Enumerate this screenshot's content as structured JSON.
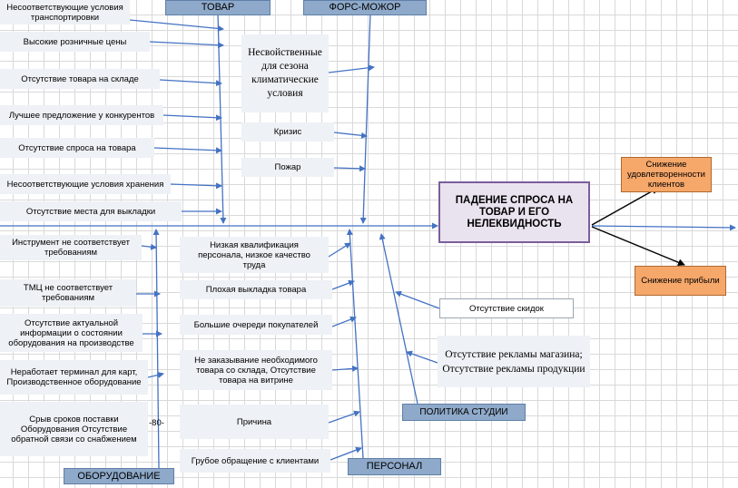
{
  "categories": {
    "tovar": "ТОВАР",
    "fors_major": "ФОРС-МОЖОР",
    "oborudovanie": "ОБОРУДОВАНИЕ",
    "personal": "ПЕРСОНАЛ",
    "politika": "ПОЛИТИКА СТУДИИ"
  },
  "head": "ПАДЕНИЕ СПРОСА НА ТОВАР И ЕГО НЕЛЕКВИДНОСТЬ",
  "results": {
    "satisfaction": "Снижение удовлетворенности клиентов",
    "profit": "Снижение прибыли"
  },
  "tovar_causes": [
    "Несоответствующие условия транспортировки",
    "Высокие розничные цены",
    "Отсутствие товара на складе",
    "Лучшее предложение у конкурентов",
    "Отсутствие спроса на товара",
    "Несоответствующие условия хранения",
    "Отсутствие места для выкладки"
  ],
  "fors_causes": [
    "Несвойственные для сезона климатические условия",
    "Кризис",
    "Пожар"
  ],
  "oborud_causes": [
    "Инструмент не соответствует требованиям",
    "ТМЦ не соответствует требованиям",
    "Отсутствие актуальной информации о состоянии оборудования на производстве",
    "Неработает терминал для карт, Производственное оборудование",
    "Срыв сроков поставки Оборудования Отсутствие обратной связи со снабжением"
  ],
  "personal_causes": [
    "Низкая квалификация персонала, низкое качество труда",
    "Плохая выкладка товара",
    "Большие очереди покупателей",
    "Не заказывание необходимого товара со склада, Отсутствие товара на витрине",
    "Причина",
    "Грубое обращение с клиентами"
  ],
  "politika_causes": [
    "Отсутствие скидок",
    "Отсутствие рекламы магазина; Отсутствие рекламы продукции"
  ],
  "label_80": "-80-",
  "colors": {
    "arrow": "#4472c4",
    "category": "#8ea9c9",
    "result": "#f6a76a",
    "head_border": "#7b5e9a"
  }
}
